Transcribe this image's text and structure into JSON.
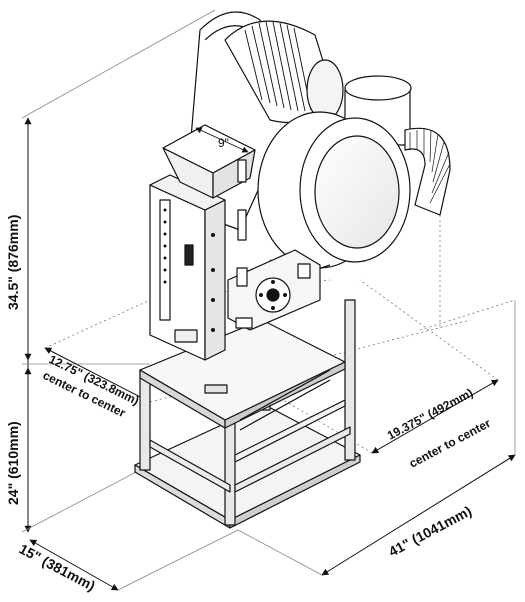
{
  "dimensions": {
    "height_upper": "34.5\" (876mm)",
    "height_lower": "24\" (610mm)",
    "depth_left": "15\" (381mm)",
    "width_bottom": "41\" (1041mm)",
    "left_center_line1": "12.75\" (323.8mm)",
    "left_center_line2": "center to center",
    "right_center_line1": "19.375\" (492mm)",
    "right_center_line2": "center to center",
    "hopper_width": "9\""
  }
}
